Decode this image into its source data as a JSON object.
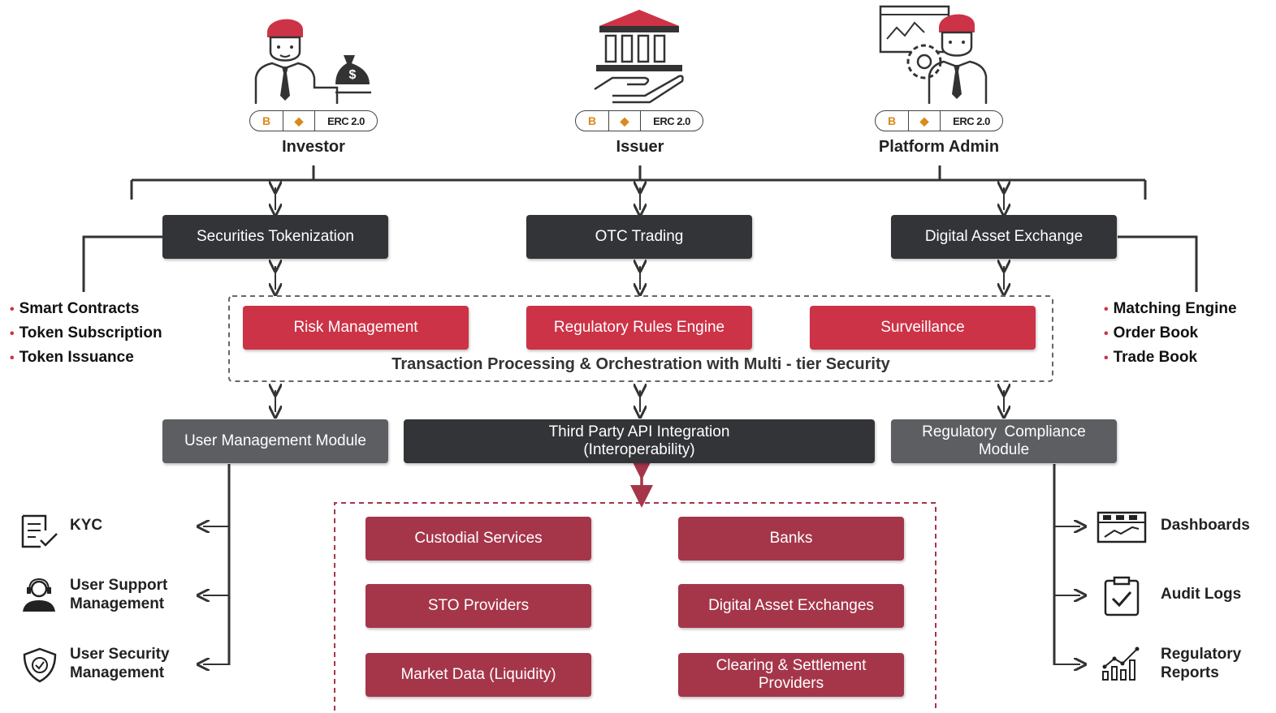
{
  "actors": [
    {
      "label": "Investor",
      "badge": {
        "btc": "B",
        "eth": "◆",
        "erc": "ERC 2.0"
      }
    },
    {
      "label": "Issuer",
      "badge": {
        "btc": "B",
        "eth": "◆",
        "erc": "ERC 2.0"
      }
    },
    {
      "label": "Platform Admin",
      "badge": {
        "btc": "B",
        "eth": "◆",
        "erc": "ERC 2.0"
      }
    }
  ],
  "top_modules": [
    "Securities Tokenization",
    "OTC Trading",
    "Digital Asset Exchange"
  ],
  "left_features": [
    "Smart Contracts",
    "Token Subscription",
    "Token Issuance"
  ],
  "right_features": [
    "Matching Engine",
    "Order Book",
    "Trade Book"
  ],
  "security_layer": {
    "modules": [
      "Risk Management",
      "Regulatory Rules Engine",
      "Surveillance"
    ],
    "caption": "Transaction Processing & Orchestration with Multi - tier Security"
  },
  "bottom_modules": {
    "user": "User Management Module",
    "api": "Third Party API Integration (Interoperability)",
    "compliance": "Regulatory Compliance Module"
  },
  "user_features": [
    {
      "label": "KYC",
      "icon": "kyc-document-icon"
    },
    {
      "label": "User Support Management",
      "icon": "support-headset-icon"
    },
    {
      "label": "User Security Management",
      "icon": "security-shield-icon"
    }
  ],
  "compliance_features": [
    {
      "label": "Dashboards",
      "icon": "dashboard-icon"
    },
    {
      "label": "Audit Logs",
      "icon": "clipboard-check-icon"
    },
    {
      "label": "Regulatory Reports",
      "icon": "bar-chart-icon"
    }
  ],
  "integrations": [
    "Custodial Services",
    "Banks",
    "STO Providers",
    "Digital Asset Exchanges",
    "Market Data (Liquidity)",
    "Clearing & Settlement Providers"
  ],
  "colors": {
    "dark": "#333438",
    "grey": "#5d5e62",
    "red": "#cc3346",
    "maroon": "#a5364a",
    "line": "#333333"
  }
}
